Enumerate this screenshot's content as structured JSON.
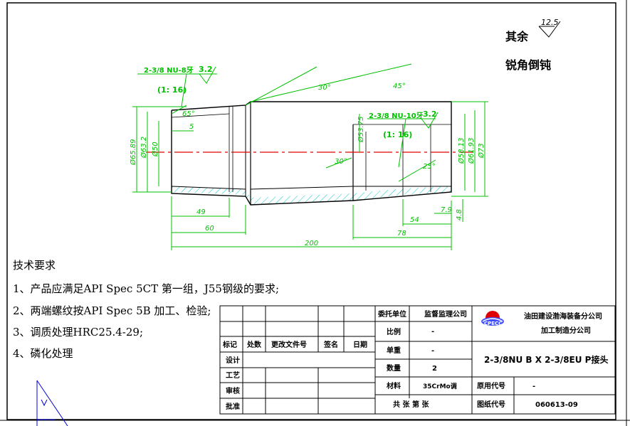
{
  "surface_note": {
    "label": "其余",
    "roughness": "12.5"
  },
  "edge_note": "锐角倒钝",
  "drawing": {
    "thread_left": {
      "spec": "2-3/8 NU-8牙",
      "taper": "(1: 16)",
      "roughness": "3.2"
    },
    "thread_right": {
      "spec": "2-3/8 NU-10牙",
      "taper": "(1: 16)",
      "roughness": "3.2"
    },
    "angles": [
      "30°",
      "45°",
      "65°",
      "30°",
      "25°"
    ],
    "diameters": [
      "Ø65.89",
      "Ø63.2",
      "Ø50",
      "Ø53.75",
      "Ø58.13",
      "Ø61.93",
      "Ø73"
    ],
    "lengths": [
      "5",
      "49",
      "60",
      "200",
      "54",
      "78",
      "7.9",
      "4.8"
    ]
  },
  "requirements": {
    "title": "技术要求",
    "items": [
      "1、产品应满足API  Spec  5CT  第一组，J55钢级的要求;",
      "2、两端螺纹按API  Spec  5B  加工、检验;",
      "3、调质处理HRC25.4-29;",
      "4、磷化处理"
    ]
  },
  "title_block": {
    "rev_headers": [
      "标记",
      "处数",
      "更改文件号",
      "签名",
      "日期"
    ],
    "sign_rows": [
      "设计",
      "工艺",
      "审核",
      "批准"
    ],
    "client_label": "委托单位",
    "client_value": "监督监理公司",
    "scale_label": "比例",
    "scale_value": "-",
    "weight_label": "单重",
    "weight_value": "-",
    "qty_label": "数量",
    "qty_value": "2",
    "material_label": "材料",
    "material_value": "35CrMo调",
    "sheet_text": "共    张  第    张",
    "company_line1": "油田建设渤海装备分公司",
    "company_line2": "加工制造分公司",
    "part_name": "2-3/8NU B X 2-3/8EU P接头",
    "orig_code_label": "原用代号",
    "orig_code_value": "-",
    "drawing_no_label": "图纸代号",
    "drawing_no_value": "060613-09",
    "logo_text": "CPECC"
  },
  "colors": {
    "dim": "#00c000",
    "center": "#e00000",
    "hatch": "#00c8c8",
    "line": "#000000"
  }
}
